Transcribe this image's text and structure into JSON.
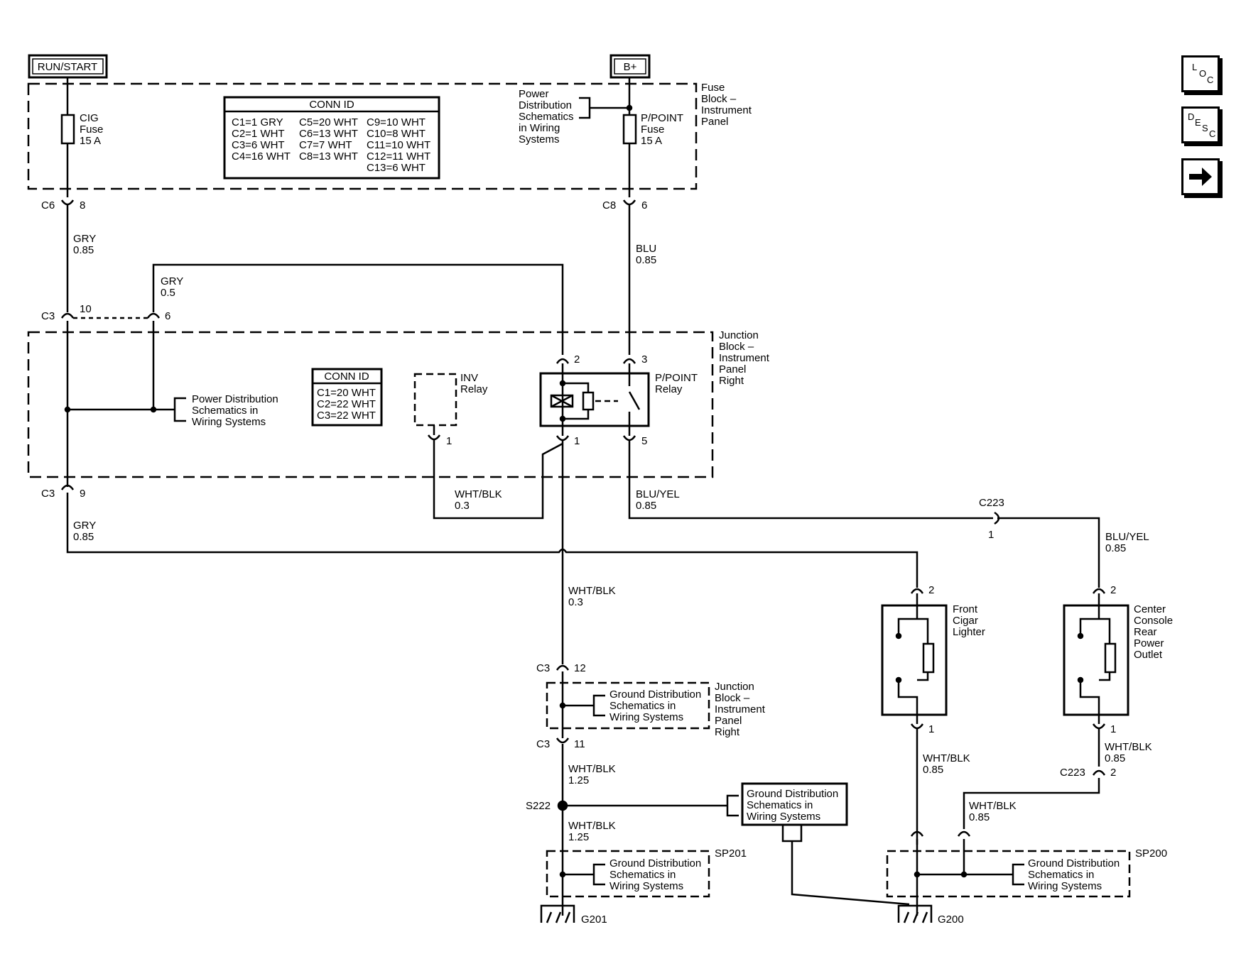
{
  "sources": {
    "run_start": "RUN/START",
    "bplus": "B+"
  },
  "fuse_block": {
    "title": [
      "Fuse",
      "Block –",
      "Instrument",
      "Panel"
    ],
    "cig_fuse": [
      "CIG",
      "Fuse",
      "15 A"
    ],
    "ppoint_fuse": [
      "P/POINT",
      "Fuse",
      "15 A"
    ],
    "power_dist": [
      "Power",
      "Distribution",
      "Schematics",
      "in Wiring",
      "Systems"
    ],
    "conn_id": {
      "header": "CONN ID",
      "col1": [
        "C1=1 GRY",
        "C2=1 WHT",
        "C3=6 WHT",
        "C4=16 WHT"
      ],
      "col2": [
        "C5=20 WHT",
        "C6=13 WHT",
        "C7=7 WHT",
        "C8=13 WHT"
      ],
      "col3": [
        "C9=10 WHT",
        "C10=8 WHT",
        "C11=10 WHT",
        "C12=11 WHT",
        "C13=6 WHT"
      ]
    }
  },
  "connectors": {
    "c6": "C6",
    "c6_pin": "8",
    "c8": "C8",
    "c8_pin": "6",
    "c3": "C3",
    "c3_pin10": "10",
    "c3_pin6": "6",
    "c3_pin9": "9",
    "c3_pin12": "12",
    "c3_pin11": "11",
    "relay_pin2": "2",
    "relay_pin3": "3",
    "relay_pin1": "1",
    "relay_pin5": "5",
    "inv_pin1": "1",
    "c223": "C223",
    "c223_pin1": "1",
    "c223_pin2": "2",
    "lighter_pin2": "2",
    "lighter_pin1": "1",
    "outlet_pin2": "2",
    "outlet_pin1": "1"
  },
  "wires": {
    "gry_085": [
      "GRY",
      "0.85"
    ],
    "gry_05": [
      "GRY",
      "0.5"
    ],
    "blu_085": [
      "BLU",
      "0.85"
    ],
    "whtblk_03": [
      "WHT/BLK",
      "0.3"
    ],
    "bluyel_085": [
      "BLU/YEL",
      "0.85"
    ],
    "gry_085b": [
      "GRY",
      "0.85"
    ],
    "whtblk_03b": [
      "WHT/BLK",
      "0.3"
    ],
    "bluyel_085b": [
      "BLU/YEL",
      "0.85"
    ],
    "whtblk_125a": [
      "WHT/BLK",
      "1.25"
    ],
    "whtblk_125b": [
      "WHT/BLK",
      "1.25"
    ],
    "whtblk_085a": [
      "WHT/BLK",
      "0.85"
    ],
    "whtblk_085b": [
      "WHT/BLK",
      "0.85"
    ],
    "whtblk_085c": [
      "WHT/BLK",
      "0.85"
    ]
  },
  "junction_block": {
    "title": [
      "Junction",
      "Block –",
      "Instrument",
      "Panel",
      "Right"
    ],
    "power_dist": [
      "Power Distribution",
      "Schematics in",
      "Wiring  Systems"
    ],
    "conn_id": {
      "header": "CONN ID",
      "rows": [
        "C1=20 WHT",
        "C2=22 WHT",
        "C3=22 WHT"
      ]
    },
    "inv_relay": [
      "INV",
      "Relay"
    ],
    "ppoint_relay": [
      "P/POINT",
      "Relay"
    ]
  },
  "lower": {
    "jb_ground": [
      "Ground Distribution",
      "Schematics in",
      "Wiring Systems"
    ],
    "jb_title": [
      "Junction",
      "Block –",
      "Instrument",
      "Panel",
      "Right"
    ],
    "s222": "S222",
    "gd_box": [
      "Ground Distribution",
      "Schematics in",
      "Wiring Systems"
    ],
    "sp201_gd": [
      "Ground Distribution",
      "Schematics in",
      "Wiring Systems"
    ],
    "sp201": "SP201",
    "g201": "G201",
    "sp200_gd": [
      "Ground Distribution",
      "Schematics in",
      "Wiring Systems"
    ],
    "sp200": "SP200",
    "g200": "G200",
    "lighter": [
      "Front",
      "Cigar",
      "Lighter"
    ],
    "outlet": [
      "Center",
      "Console",
      "Rear",
      "Power",
      "Outlet"
    ]
  },
  "side_buttons": {
    "loc": [
      "L",
      "O",
      "C"
    ],
    "desc": [
      "D",
      "E",
      "S",
      "C"
    ],
    "next_icon": "right-arrow-icon"
  }
}
